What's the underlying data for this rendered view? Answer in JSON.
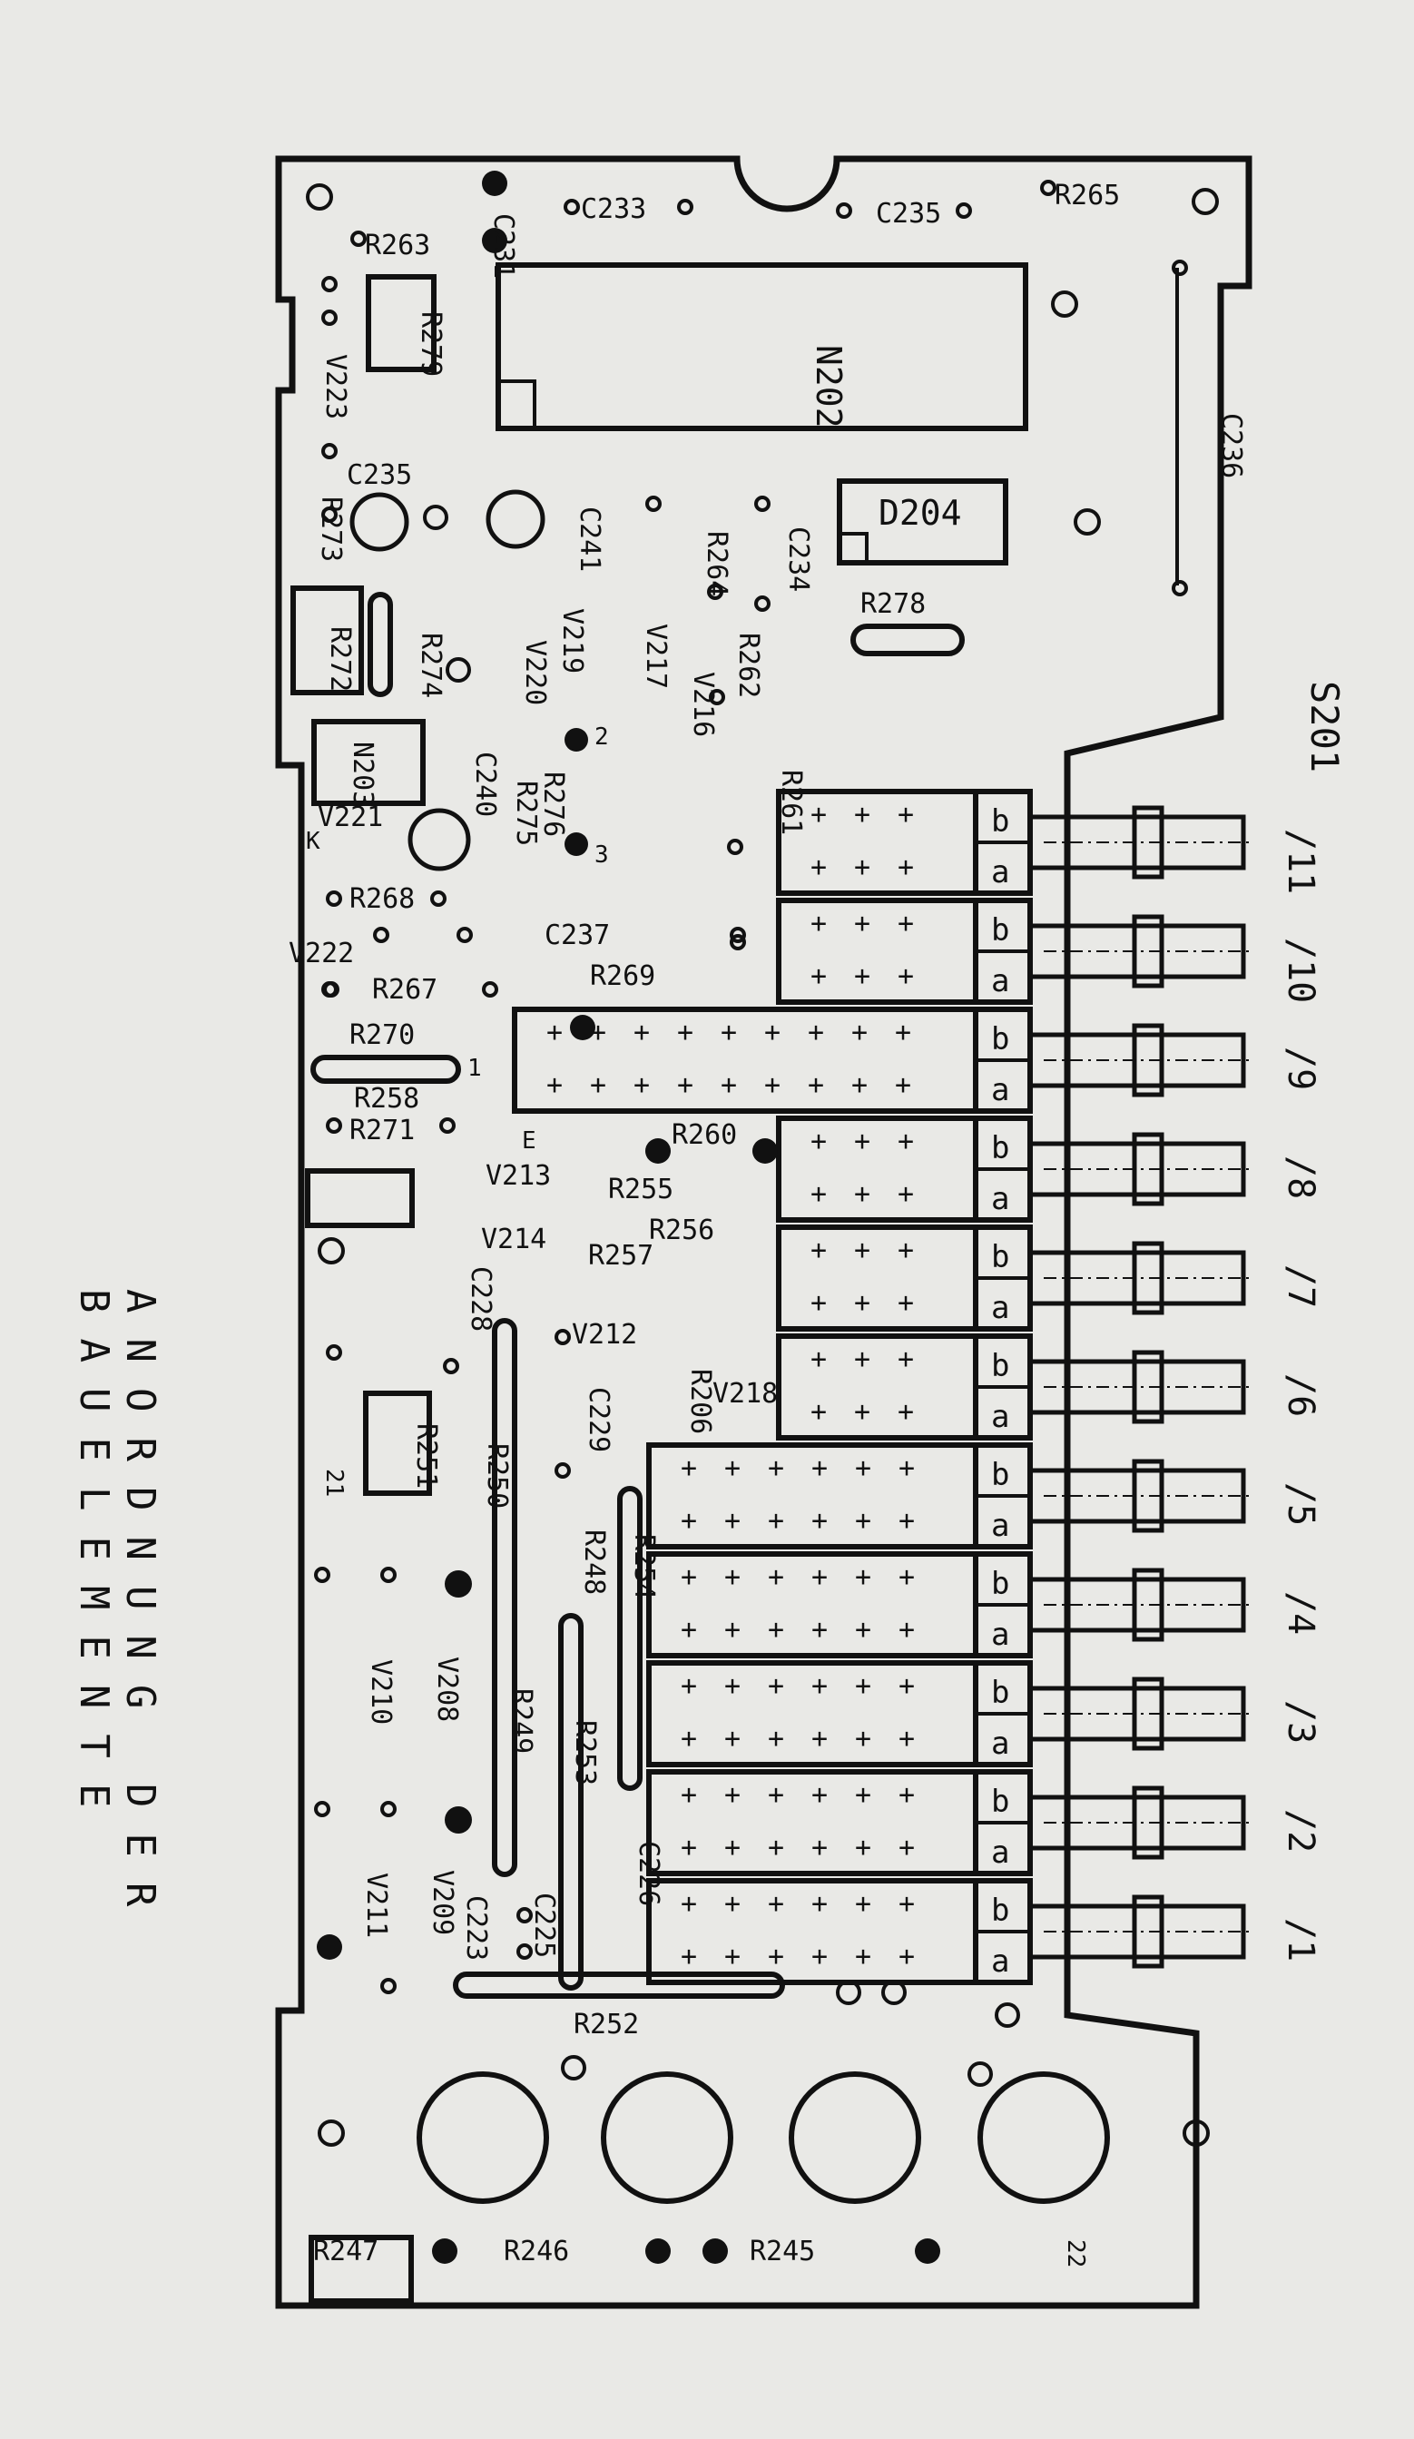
{
  "caption": "ANORDNUNG DER BAUELEMENTE",
  "ink_color": "#111111",
  "paper_color": "#e9e9e6",
  "ic_labels": [
    "N202",
    "D204",
    "N203"
  ],
  "switch_label": "S201",
  "switch_positions": [
    "/11",
    "/10",
    "/9",
    "/8",
    "/7",
    "/6",
    "/5",
    "/4",
    "/3",
    "/2",
    "/1"
  ],
  "switch_contact_a": "a",
  "switch_contact_b": "b",
  "component_labels": [
    "C231",
    "C233",
    "C235",
    "R265",
    "R263",
    "R279",
    "V223",
    "C236",
    "C235",
    "R273",
    "C241",
    "R264",
    "C234",
    "R272",
    "R274",
    "V219",
    "V220",
    "V217",
    "R262",
    "V216",
    "R278",
    "R261",
    "C240",
    "R276",
    "R275",
    "V221",
    "R268",
    "V222",
    "C237",
    "R267",
    "R269",
    "R270",
    "R258",
    "R271",
    "V213",
    "V214",
    "R260",
    "R255",
    "R256",
    "R257",
    "V212",
    "C228",
    "C229",
    "R206",
    "V218",
    "R251",
    "R250",
    "R248",
    "R254",
    "R249",
    "R253",
    "V208",
    "V210",
    "V209",
    "V211",
    "C225",
    "C226",
    "C223",
    "R252",
    "R247",
    "R246",
    "R245"
  ],
  "pin_marks": [
    "1",
    "2",
    "3",
    "E",
    "K",
    "21",
    "22"
  ]
}
